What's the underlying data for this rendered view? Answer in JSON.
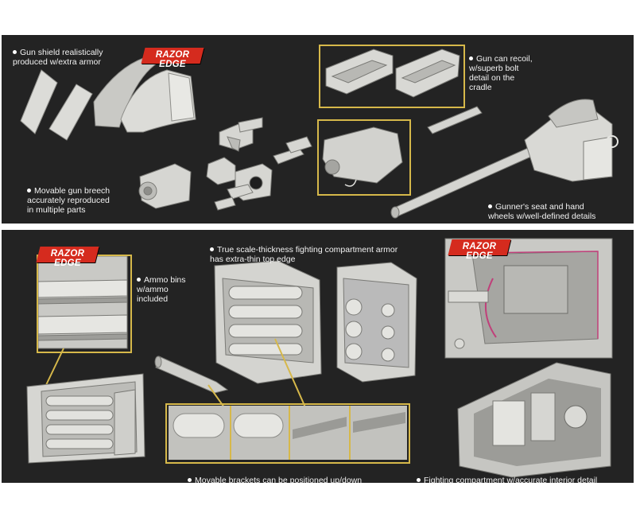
{
  "colors": {
    "panel_bg": "#232323",
    "accent_frame": "#d6b84a",
    "badge_red": "#d52b1e",
    "part_grey": "#d9d9d6",
    "caption_text": "#f2f2f2"
  },
  "top_panel": {
    "badge": "RAZOR EDGE",
    "captions": {
      "gun_shield": "Gun shield realistically\nproduced w/extra armor",
      "breech": "Movable gun breech\naccurately reproduced\nin multiple parts",
      "recoil": "Gun can recoil,\nw/superb bolt\ndetail on the\ncradle",
      "seat": "Gunner's seat and hand\nwheels w/well-defined details"
    }
  },
  "bottom_panel": {
    "badge_left": "RAZOR EDGE",
    "badge_right": "RAZOR EDGE",
    "captions": {
      "ammo": "Ammo bins\nw/ammo\nincluded",
      "armor": "True scale-thickness fighting compartment armor\nhas extra-thin top edge",
      "brackets": "Movable brackets can be positioned up/down",
      "interior": "Fighting compartment w/accurate interior detail"
    }
  },
  "icons": [
    "bullet-icon"
  ]
}
